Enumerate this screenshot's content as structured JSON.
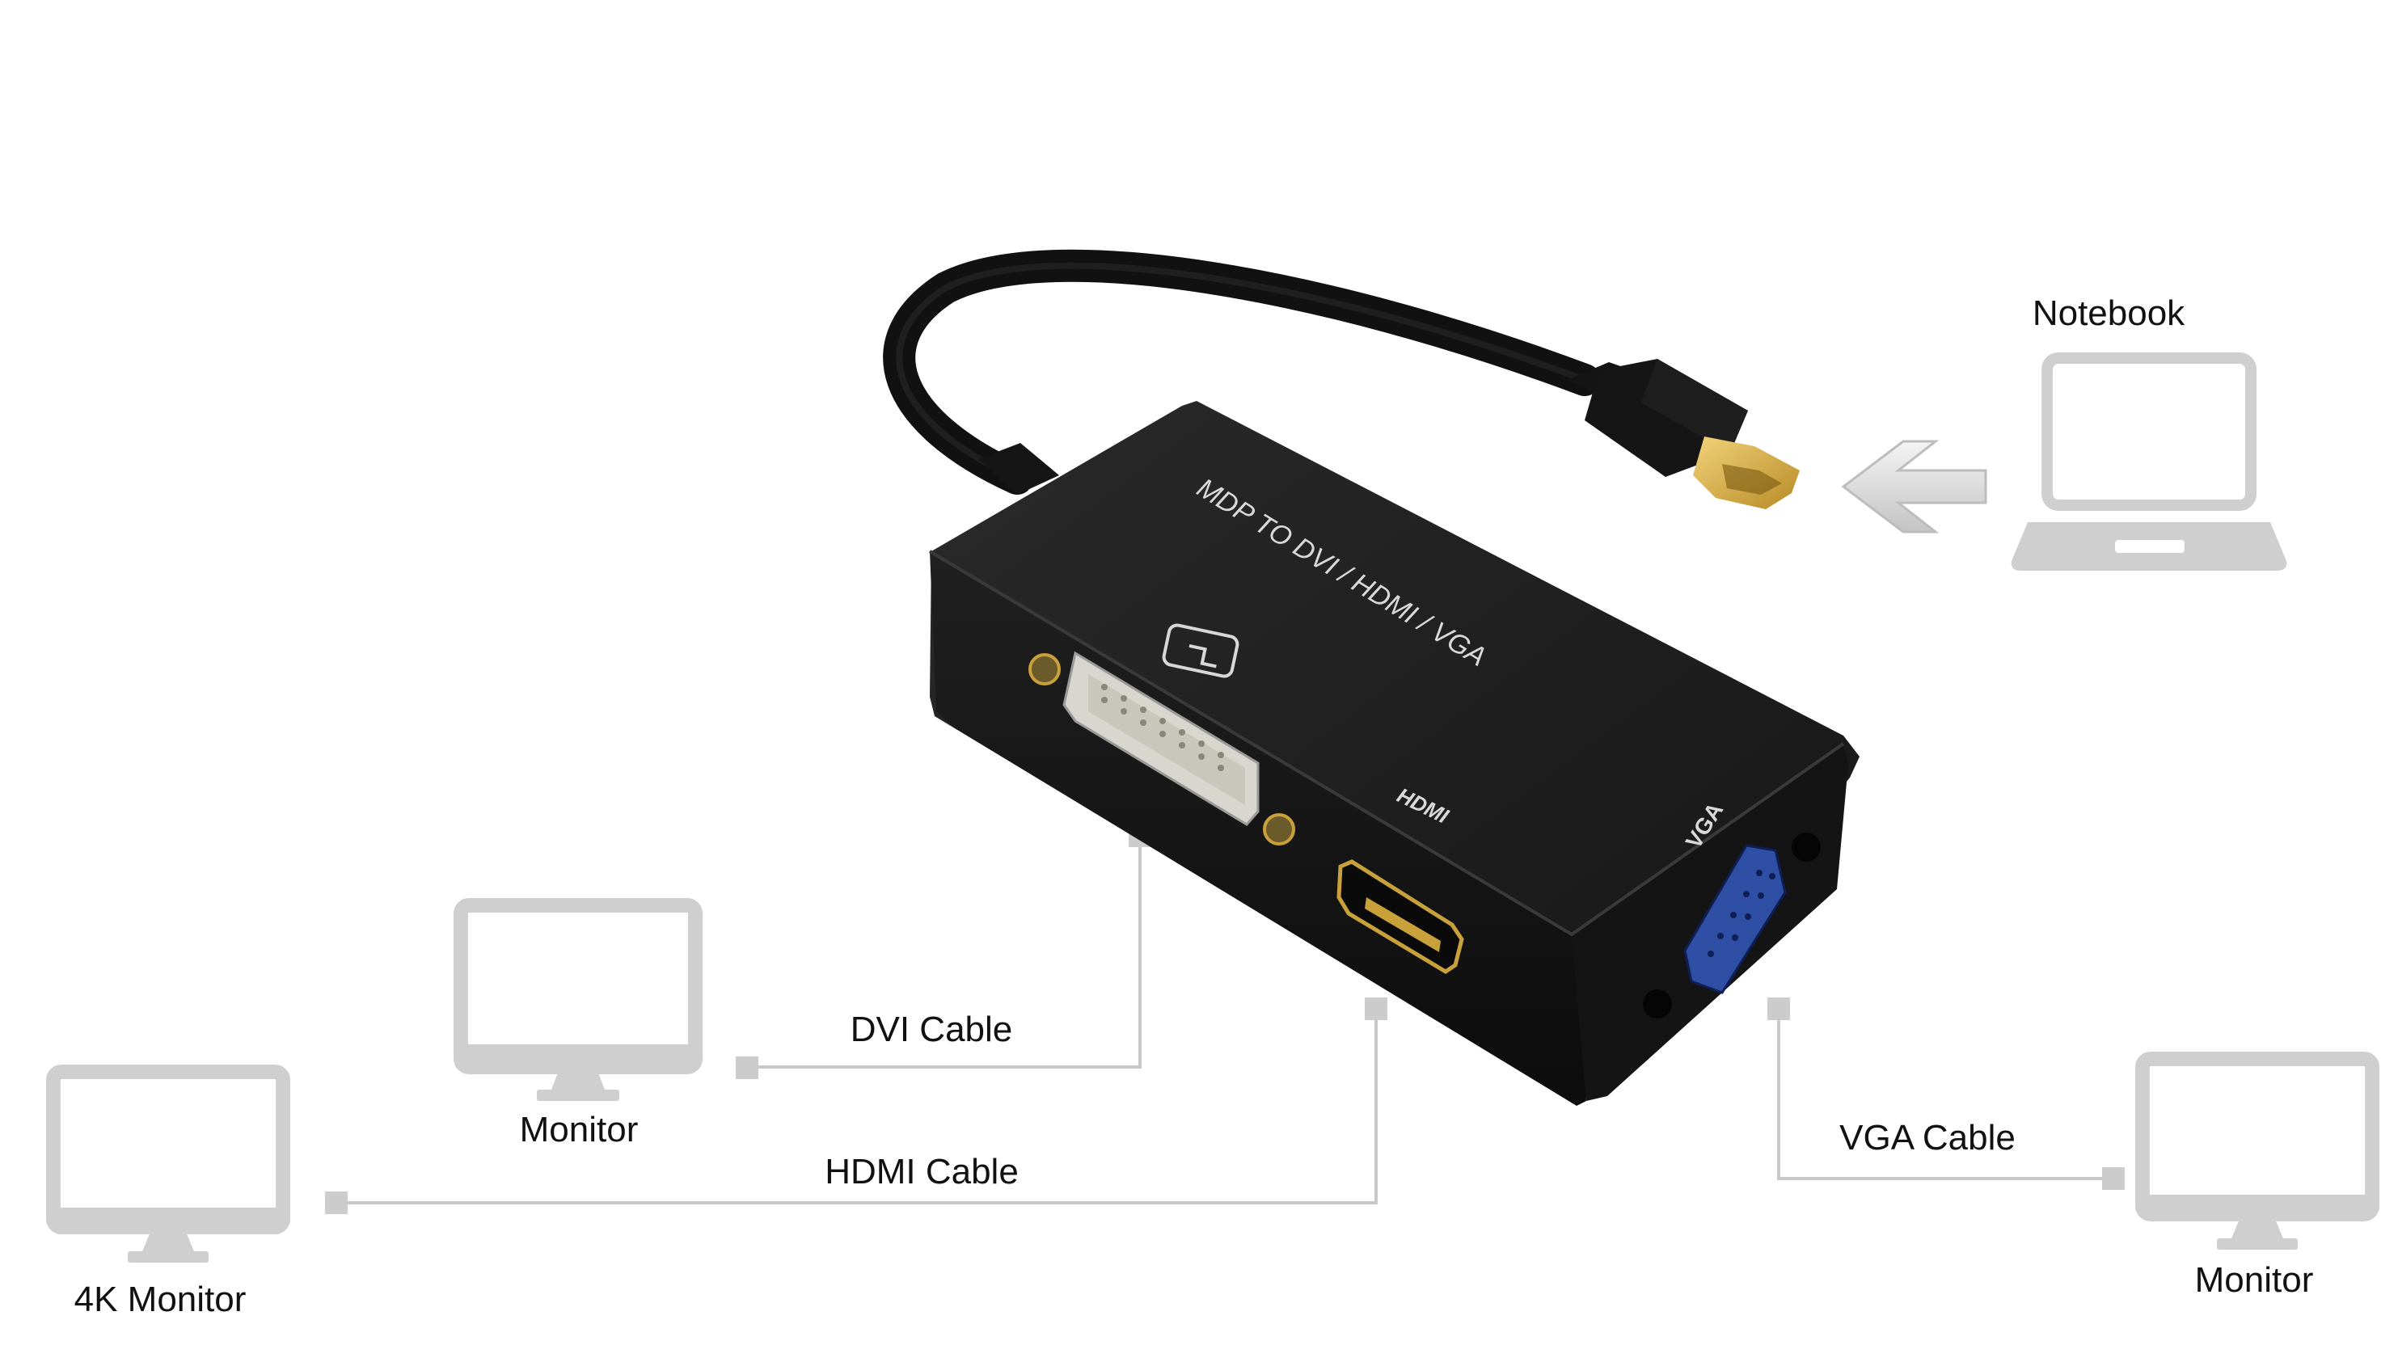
{
  "product": {
    "top_label": "MDP TO DVI / HDMI / VGA",
    "port_labels": {
      "hdmi": "HDMI",
      "vga": "VGA"
    }
  },
  "devices": {
    "notebook": "Notebook",
    "monitor_dvi": "Monitor",
    "monitor_4k": "4K Monitor",
    "monitor_vga": "Monitor"
  },
  "cables": {
    "dvi": "DVI Cable",
    "hdmi": "HDMI Cable",
    "vga": "VGA Cable"
  },
  "colors": {
    "device_gray": "#cfcfcf",
    "line_gray": "#c8c8c8",
    "adapter_black": "#1b1b1b",
    "vga_blue": "#2e4fa3",
    "gold": "#c9a13a"
  },
  "icons": [
    "laptop-icon",
    "monitor-icon",
    "arrow-left-icon"
  ]
}
